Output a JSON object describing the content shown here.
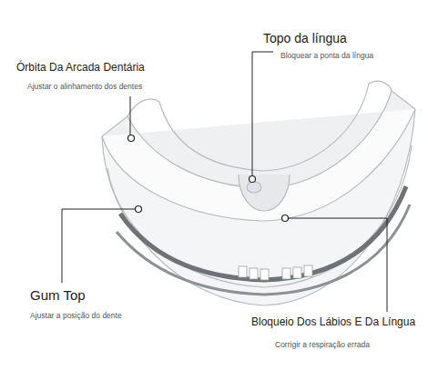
{
  "diagram": {
    "labels": [
      "Órbita Da Arcada Dentária",
      "Ajustar o alinhamento dos dentes",
      "Topo da língua",
      "Bloquear a ponta da língua",
      "Gum Top",
      "Ajustar a posição do dente",
      "Bloqueio Dos Lábios E Da Língua",
      "Corrigir a respiração errada"
    ]
  }
}
